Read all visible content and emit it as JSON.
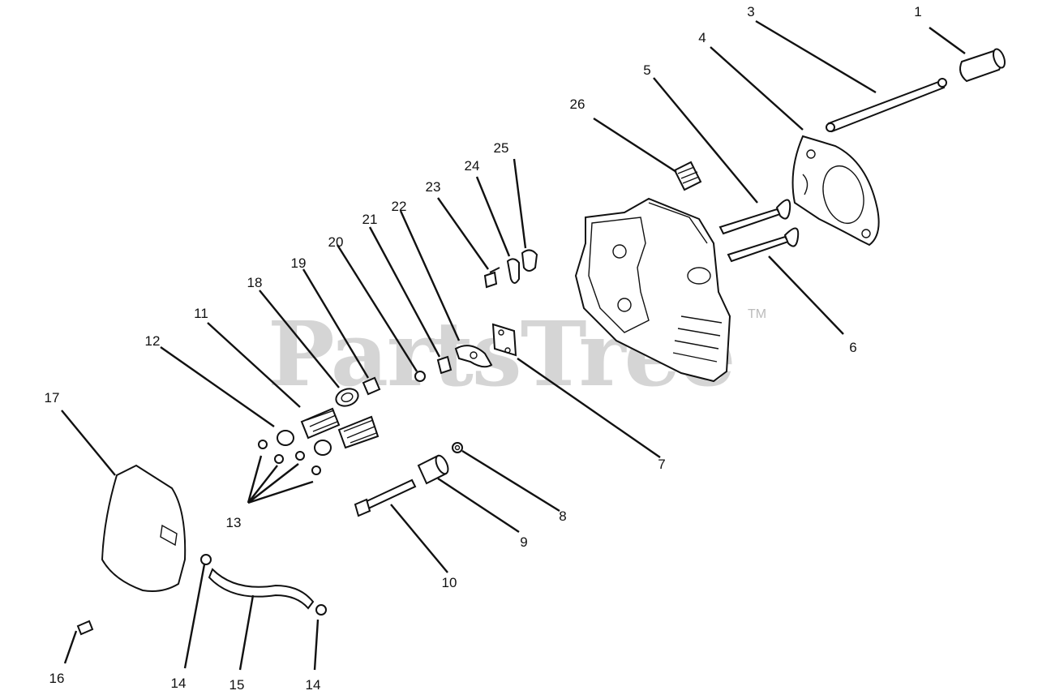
{
  "watermark": {
    "text": "PartsTree",
    "mark": "TM"
  },
  "callouts": [
    {
      "id": "c1",
      "label": "1"
    },
    {
      "id": "c3",
      "label": "3"
    },
    {
      "id": "c4",
      "label": "4"
    },
    {
      "id": "c5",
      "label": "5"
    },
    {
      "id": "c6",
      "label": "6"
    },
    {
      "id": "c7",
      "label": "7"
    },
    {
      "id": "c8",
      "label": "8"
    },
    {
      "id": "c9",
      "label": "9"
    },
    {
      "id": "c10",
      "label": "10"
    },
    {
      "id": "c11",
      "label": "11"
    },
    {
      "id": "c12",
      "label": "12"
    },
    {
      "id": "c13",
      "label": "13"
    },
    {
      "id": "c14a",
      "label": "14"
    },
    {
      "id": "c14b",
      "label": "14"
    },
    {
      "id": "c15",
      "label": "15"
    },
    {
      "id": "c16",
      "label": "16"
    },
    {
      "id": "c17",
      "label": "17"
    },
    {
      "id": "c18",
      "label": "18"
    },
    {
      "id": "c19",
      "label": "19"
    },
    {
      "id": "c20",
      "label": "20"
    },
    {
      "id": "c21",
      "label": "21"
    },
    {
      "id": "c22",
      "label": "22"
    },
    {
      "id": "c23",
      "label": "23"
    },
    {
      "id": "c24",
      "label": "24"
    },
    {
      "id": "c25",
      "label": "25"
    },
    {
      "id": "c26",
      "label": "26"
    }
  ]
}
